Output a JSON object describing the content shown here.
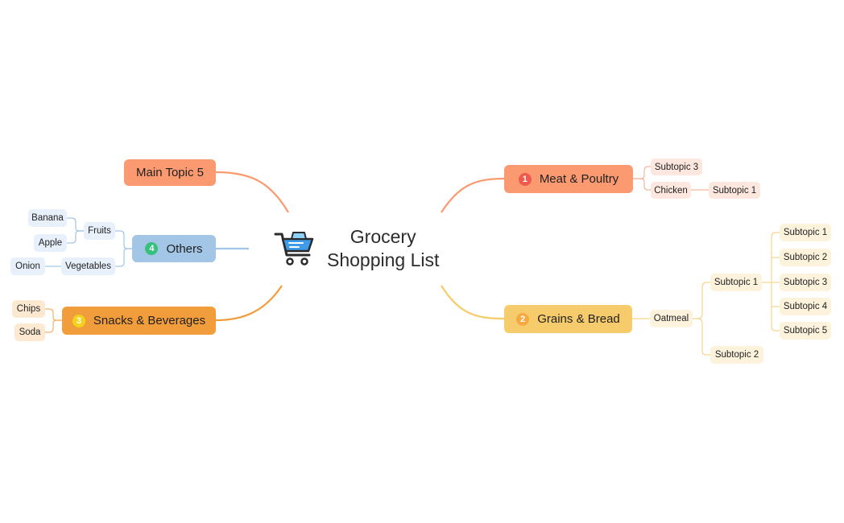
{
  "central": {
    "title_line1": "Grocery",
    "title_line2": "Shopping List",
    "icon": "shopping-cart-icon"
  },
  "colors": {
    "meat": "#fb9a70",
    "grains": "#f6cb6c",
    "snacks": "#f29d3c",
    "others": "#a3c6e7",
    "topic5": "#fb9a70",
    "badge_meat": "#ef5a4d",
    "badge_grains": "#f7a941",
    "badge_snacks": "#f1d21c",
    "badge_others": "#35c17c"
  },
  "topics": {
    "meat": {
      "number": "1",
      "label": "Meat & Poultry",
      "subtopic3": "Subtopic 3",
      "chicken": "Chicken",
      "chicken_sub1": "Subtopic 1"
    },
    "grains": {
      "number": "2",
      "label": "Grains & Bread",
      "oatmeal": "Oatmeal",
      "oat_sub1": "Subtopic 1",
      "oat_sub2": "Subtopic 2",
      "oat_sub1_items": [
        "Subtopic 1",
        "Subtopic 2",
        "Subtopic 3",
        "Subtopic 4",
        "Subtopic 5"
      ]
    },
    "snacks": {
      "number": "3",
      "label": "Snacks & Beverages",
      "chips": "Chips",
      "soda": "Soda"
    },
    "others": {
      "number": "4",
      "label": "Others",
      "fruits": "Fruits",
      "vegetables": "Vegetables",
      "banana": "Banana",
      "apple": "Apple",
      "onion": "Onion"
    },
    "topic5": {
      "label": "Main Topic 5"
    }
  }
}
